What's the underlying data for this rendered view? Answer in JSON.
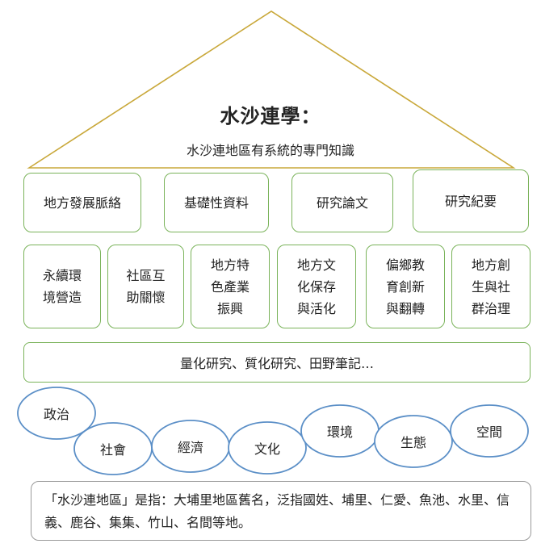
{
  "title": "水沙連學：",
  "subtitle": "水沙連地區有系統的專門知識",
  "row1": [
    "地方發展脈絡",
    "基礎性資料",
    "研究論文",
    "研究紀要"
  ],
  "row2": [
    [
      "永續環",
      "境營造"
    ],
    [
      "社區互",
      "助關懷"
    ],
    [
      "地方特",
      "色產業",
      "振興"
    ],
    [
      "地方文",
      "化保存",
      "與活化"
    ],
    [
      "偏鄉教",
      "育創新",
      "與翻轉"
    ],
    [
      "地方創",
      "生與社",
      "群治理"
    ]
  ],
  "methods": "量化研究、質化研究、田野筆記…",
  "domains": [
    "政治",
    "社會",
    "經濟",
    "文化",
    "環境",
    "生態",
    "空間"
  ],
  "note": "「水沙連地區」是指：大埔里地區舊名，泛指國姓、埔里、仁愛、魚池、水里、信義、鹿谷、集集、竹山、名間等地。",
  "colors": {
    "triangle": "#c9a83a",
    "box_border": "#7ab35a",
    "ellipse_border": "#5b8fc7",
    "note_border": "#9a9a9a"
  }
}
